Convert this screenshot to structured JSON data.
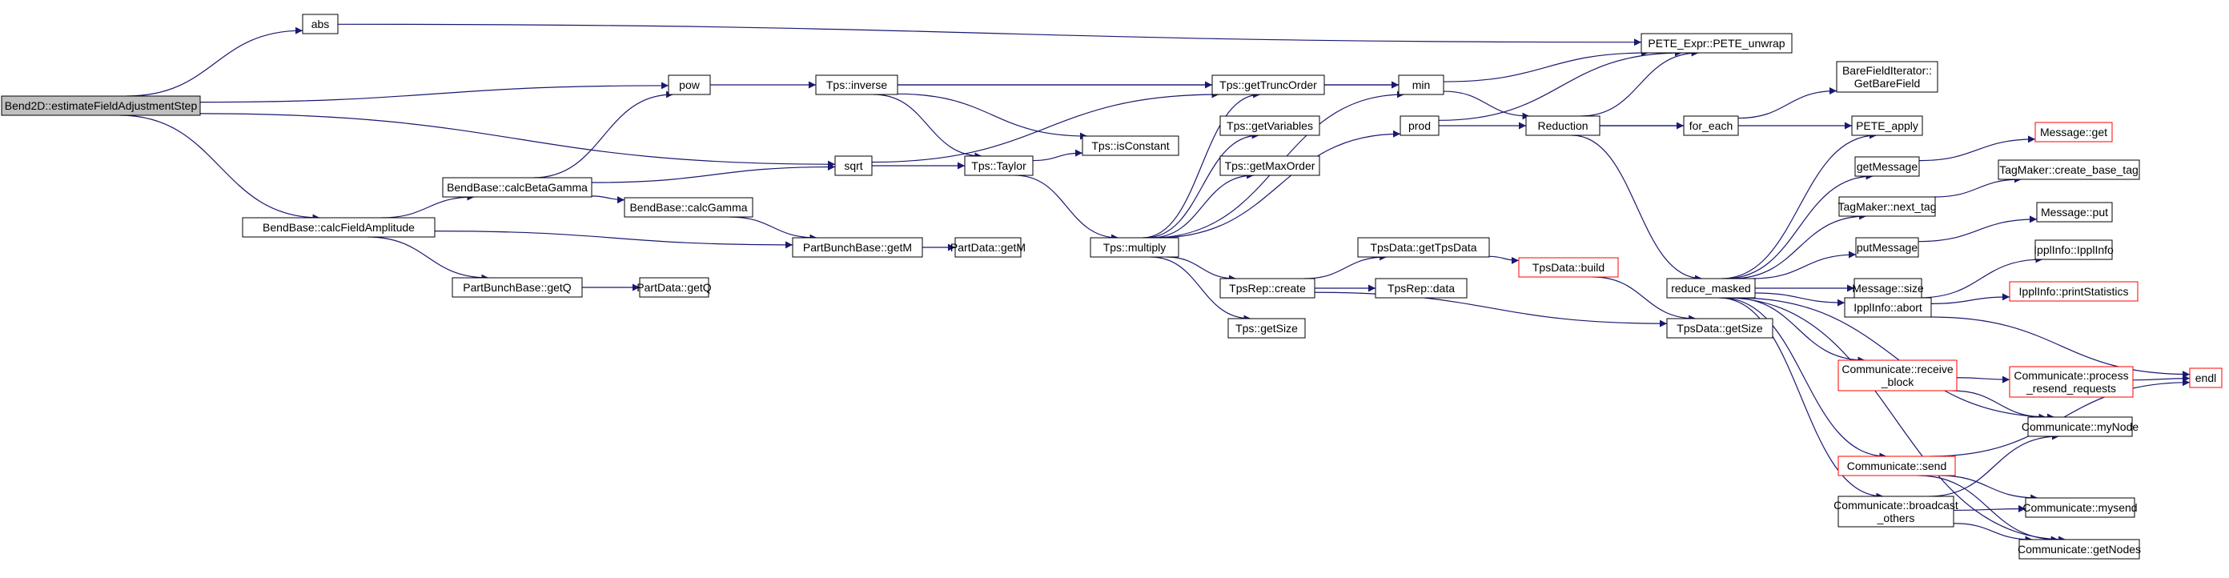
{
  "colors": {
    "edge": "#191970",
    "node_border": "#000000",
    "node_border_truncated": "#ff0000",
    "root_fill": "#bfbfbf",
    "node_fill": "#ffffff"
  },
  "nodes": [
    {
      "id": "root",
      "lines": [
        "Bend2D::estimateFieldAdjustmentStep"
      ],
      "root": true
    },
    {
      "id": "abs",
      "lines": [
        "abs"
      ]
    },
    {
      "id": "pow",
      "lines": [
        "pow"
      ]
    },
    {
      "id": "sqrt",
      "lines": [
        "sqrt"
      ]
    },
    {
      "id": "calcFieldAmplitude",
      "lines": [
        "BendBase::calcFieldAmplitude"
      ]
    },
    {
      "id": "calcBetaGamma",
      "lines": [
        "BendBase::calcBetaGamma"
      ]
    },
    {
      "id": "calcGamma",
      "lines": [
        "BendBase::calcGamma"
      ]
    },
    {
      "id": "pbbGetQ",
      "lines": [
        "PartBunchBase::getQ"
      ]
    },
    {
      "id": "pdGetQ",
      "lines": [
        "PartData::getQ"
      ]
    },
    {
      "id": "pbbGetM",
      "lines": [
        "PartBunchBase::getM"
      ]
    },
    {
      "id": "pdGetM",
      "lines": [
        "PartData::getM"
      ]
    },
    {
      "id": "tpsInverse",
      "lines": [
        "Tps::inverse"
      ]
    },
    {
      "id": "tpsTaylor",
      "lines": [
        "Tps::Taylor"
      ]
    },
    {
      "id": "tpsIsConstant",
      "lines": [
        "Tps::isConstant"
      ]
    },
    {
      "id": "tpsMultiply",
      "lines": [
        "Tps::multiply"
      ]
    },
    {
      "id": "tpsGetTruncOrder",
      "lines": [
        "Tps::getTruncOrder"
      ]
    },
    {
      "id": "tpsGetVariables",
      "lines": [
        "Tps::getVariables"
      ]
    },
    {
      "id": "tpsGetMaxOrder",
      "lines": [
        "Tps::getMaxOrder"
      ]
    },
    {
      "id": "tpsRepCreate",
      "lines": [
        "TpsRep::create"
      ]
    },
    {
      "id": "tpsGetSize",
      "lines": [
        "Tps::getSize"
      ]
    },
    {
      "id": "tpsDataGetTpsData",
      "lines": [
        "TpsData::getTpsData"
      ]
    },
    {
      "id": "tpsRepData",
      "lines": [
        "TpsRep::data"
      ]
    },
    {
      "id": "tpsDataBuild",
      "lines": [
        "TpsData::build"
      ],
      "truncated": true
    },
    {
      "id": "tpsDataGetSize",
      "lines": [
        "TpsData::getSize"
      ]
    },
    {
      "id": "min",
      "lines": [
        "min"
      ]
    },
    {
      "id": "prod",
      "lines": [
        "prod"
      ]
    },
    {
      "id": "reduction",
      "lines": [
        "Reduction"
      ]
    },
    {
      "id": "peteUnwrap",
      "lines": [
        "PETE_Expr::PETE_unwrap"
      ]
    },
    {
      "id": "forEach",
      "lines": [
        "for_each"
      ]
    },
    {
      "id": "bareField",
      "lines": [
        "BareFieldIterator::",
        "GetBareField"
      ]
    },
    {
      "id": "peteApply",
      "lines": [
        "PETE_apply"
      ]
    },
    {
      "id": "reduceMasked",
      "lines": [
        "reduce_masked"
      ]
    },
    {
      "id": "getMessage",
      "lines": [
        "getMessage"
      ]
    },
    {
      "id": "messageGet",
      "lines": [
        "Message::get"
      ],
      "truncated": true
    },
    {
      "id": "tagNext",
      "lines": [
        "TagMaker::next_tag"
      ]
    },
    {
      "id": "tagCreate",
      "lines": [
        "TagMaker::create_base_tag"
      ]
    },
    {
      "id": "putMessage",
      "lines": [
        "putMessage"
      ]
    },
    {
      "id": "messagePut",
      "lines": [
        "Message::put"
      ]
    },
    {
      "id": "messageSize",
      "lines": [
        "Message::size"
      ]
    },
    {
      "id": "ippAbort",
      "lines": [
        "IpplInfo::abort"
      ]
    },
    {
      "id": "ippInfo",
      "lines": [
        "IpplInfo::IpplInfo"
      ]
    },
    {
      "id": "ippPrintStats",
      "lines": [
        "IpplInfo::printStatistics"
      ],
      "truncated": true
    },
    {
      "id": "endl",
      "lines": [
        "endl"
      ],
      "truncated": true
    },
    {
      "id": "commReceiveBlock",
      "lines": [
        "Communicate::receive",
        "_block"
      ],
      "truncated": true
    },
    {
      "id": "commProcessResend",
      "lines": [
        "Communicate::process",
        "_resend_requests"
      ],
      "truncated": true
    },
    {
      "id": "commMyNode",
      "lines": [
        "Communicate::myNode"
      ]
    },
    {
      "id": "commSend",
      "lines": [
        "Communicate::send"
      ],
      "truncated": true
    },
    {
      "id": "commBroadcast",
      "lines": [
        "Communicate::broadcast",
        "_others"
      ]
    },
    {
      "id": "commMysend",
      "lines": [
        "Communicate::mysend"
      ]
    },
    {
      "id": "commGetNodes",
      "lines": [
        "Communicate::getNodes"
      ]
    }
  ],
  "edges": [
    [
      "root",
      "abs"
    ],
    [
      "root",
      "pow"
    ],
    [
      "root",
      "sqrt"
    ],
    [
      "root",
      "calcFieldAmplitude"
    ],
    [
      "abs",
      "peteUnwrap"
    ],
    [
      "pow",
      "tpsInverse"
    ],
    [
      "sqrt",
      "tpsTaylor"
    ],
    [
      "sqrt",
      "tpsGetTruncOrder"
    ],
    [
      "calcFieldAmplitude",
      "calcBetaGamma"
    ],
    [
      "calcFieldAmplitude",
      "pbbGetQ"
    ],
    [
      "calcFieldAmplitude",
      "pbbGetM"
    ],
    [
      "calcBetaGamma",
      "pow"
    ],
    [
      "calcBetaGamma",
      "sqrt"
    ],
    [
      "calcBetaGamma",
      "calcGamma"
    ],
    [
      "calcGamma",
      "pbbGetM"
    ],
    [
      "pbbGetQ",
      "pdGetQ"
    ],
    [
      "pbbGetM",
      "pdGetM"
    ],
    [
      "tpsInverse",
      "tpsGetTruncOrder"
    ],
    [
      "tpsInverse",
      "min"
    ],
    [
      "tpsInverse",
      "tpsTaylor"
    ],
    [
      "tpsInverse",
      "tpsIsConstant"
    ],
    [
      "tpsTaylor",
      "tpsIsConstant"
    ],
    [
      "tpsTaylor",
      "tpsMultiply"
    ],
    [
      "tpsMultiply",
      "tpsGetTruncOrder"
    ],
    [
      "tpsMultiply",
      "tpsGetVariables"
    ],
    [
      "tpsMultiply",
      "tpsGetMaxOrder"
    ],
    [
      "tpsMultiply",
      "tpsRepCreate"
    ],
    [
      "tpsMultiply",
      "tpsGetSize"
    ],
    [
      "tpsMultiply",
      "min"
    ],
    [
      "tpsMultiply",
      "prod"
    ],
    [
      "tpsGetTruncOrder",
      "min"
    ],
    [
      "tpsRepCreate",
      "tpsDataGetTpsData"
    ],
    [
      "tpsRepCreate",
      "tpsRepData"
    ],
    [
      "tpsRepCreate",
      "tpsDataGetSize"
    ],
    [
      "tpsDataGetTpsData",
      "tpsDataBuild"
    ],
    [
      "tpsDataBuild",
      "tpsDataGetSize"
    ],
    [
      "min",
      "peteUnwrap"
    ],
    [
      "min",
      "reduction"
    ],
    [
      "prod",
      "peteUnwrap"
    ],
    [
      "prod",
      "reduction"
    ],
    [
      "reduction",
      "peteUnwrap"
    ],
    [
      "reduction",
      "forEach"
    ],
    [
      "reduction",
      "peteApply"
    ],
    [
      "reduction",
      "reduceMasked"
    ],
    [
      "forEach",
      "bareField"
    ],
    [
      "reduceMasked",
      "peteApply"
    ],
    [
      "reduceMasked",
      "getMessage"
    ],
    [
      "reduceMasked",
      "tagNext"
    ],
    [
      "reduceMasked",
      "putMessage"
    ],
    [
      "reduceMasked",
      "messageSize"
    ],
    [
      "reduceMasked",
      "ippAbort"
    ],
    [
      "reduceMasked",
      "commReceiveBlock"
    ],
    [
      "reduceMasked",
      "commMyNode"
    ],
    [
      "reduceMasked",
      "commSend"
    ],
    [
      "reduceMasked",
      "commBroadcast"
    ],
    [
      "reduceMasked",
      "commGetNodes"
    ],
    [
      "getMessage",
      "messageGet"
    ],
    [
      "tagNext",
      "tagCreate"
    ],
    [
      "putMessage",
      "messagePut"
    ],
    [
      "ippAbort",
      "ippInfo"
    ],
    [
      "ippAbort",
      "ippPrintStats"
    ],
    [
      "ippAbort",
      "endl"
    ],
    [
      "commReceiveBlock",
      "commProcessResend"
    ],
    [
      "commReceiveBlock",
      "commMyNode"
    ],
    [
      "commProcessResend",
      "endl"
    ],
    [
      "commSend",
      "endl"
    ],
    [
      "commSend",
      "commMysend"
    ],
    [
      "commSend",
      "commGetNodes"
    ],
    [
      "commBroadcast",
      "commMyNode"
    ],
    [
      "commBroadcast",
      "commMysend"
    ],
    [
      "commBroadcast",
      "commGetNodes"
    ]
  ]
}
